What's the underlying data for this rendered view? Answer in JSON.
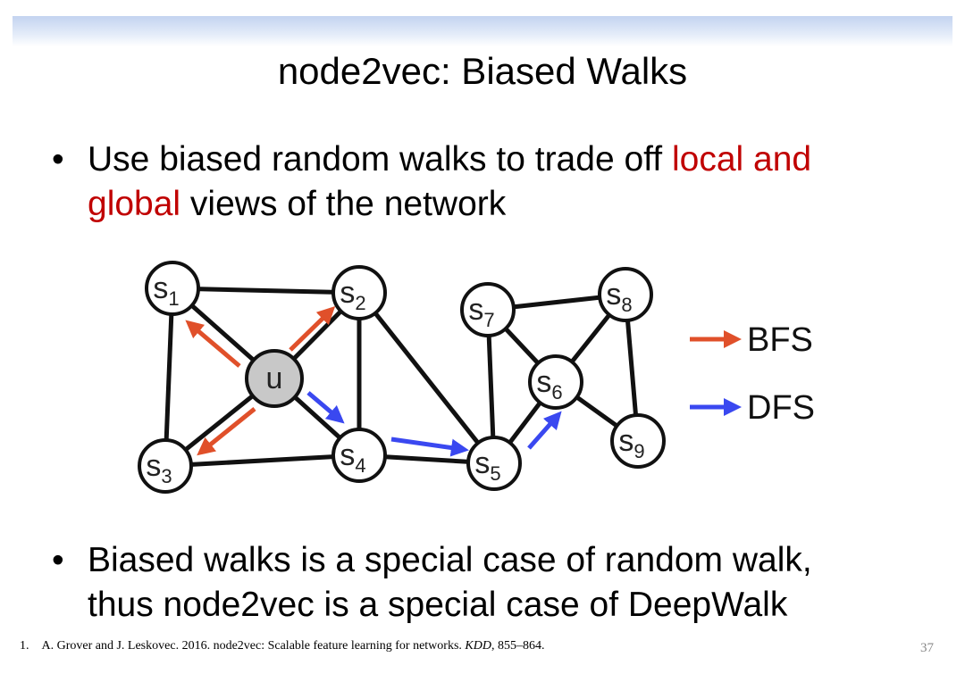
{
  "slide": {
    "title": "node2vec: Biased Walks",
    "page_number": "37"
  },
  "bullets": [
    {
      "line1_pre": "Use biased random walks to trade off ",
      "line1_hl": "local and",
      "line2_hl": "global",
      "line2_post": " views of the network"
    },
    {
      "line1": "Biased walks is a special case of random walk,",
      "line2": "thus node2vec is a special case of DeepWalk"
    }
  ],
  "bullet_symbol": "•",
  "diagram": {
    "nodes": [
      {
        "id": "s1",
        "base": "s",
        "sub": "1"
      },
      {
        "id": "s2",
        "base": "s",
        "sub": "2"
      },
      {
        "id": "s3",
        "base": "s",
        "sub": "3"
      },
      {
        "id": "s4",
        "base": "s",
        "sub": "4"
      },
      {
        "id": "u",
        "base": "u",
        "sub": ""
      },
      {
        "id": "s5",
        "base": "s",
        "sub": "5"
      },
      {
        "id": "s6",
        "base": "s",
        "sub": "6"
      },
      {
        "id": "s7",
        "base": "s",
        "sub": "7"
      },
      {
        "id": "s8",
        "base": "s",
        "sub": "8"
      },
      {
        "id": "s9",
        "base": "s",
        "sub": "9"
      }
    ],
    "edges": [
      [
        "s1",
        "s2"
      ],
      [
        "s1",
        "s3"
      ],
      [
        "s1",
        "u"
      ],
      [
        "s2",
        "u"
      ],
      [
        "s2",
        "s4"
      ],
      [
        "s2",
        "s5"
      ],
      [
        "s3",
        "u"
      ],
      [
        "s3",
        "s4"
      ],
      [
        "u",
        "s4"
      ],
      [
        "s4",
        "s5"
      ],
      [
        "s5",
        "s7"
      ],
      [
        "s5",
        "s6"
      ],
      [
        "s7",
        "s6"
      ],
      [
        "s7",
        "s8"
      ],
      [
        "s8",
        "s6"
      ],
      [
        "s8",
        "s9"
      ],
      [
        "s6",
        "s9"
      ]
    ],
    "legend": [
      {
        "label": "BFS",
        "color": "#e0502a"
      },
      {
        "label": "DFS",
        "color": "#3a48f0"
      }
    ],
    "colors": {
      "bfs": "#e0502a",
      "dfs": "#3a48f0",
      "u_fill": "#c8c8c8",
      "node_fill": "#ffffff",
      "edge": "#111111"
    }
  },
  "footnote": {
    "number": "1.",
    "pre": "A. Grover and J. Leskovec. 2016. node2vec: Scalable feature learning for networks. ",
    "venue": "KDD",
    "post": ", 855–864."
  }
}
